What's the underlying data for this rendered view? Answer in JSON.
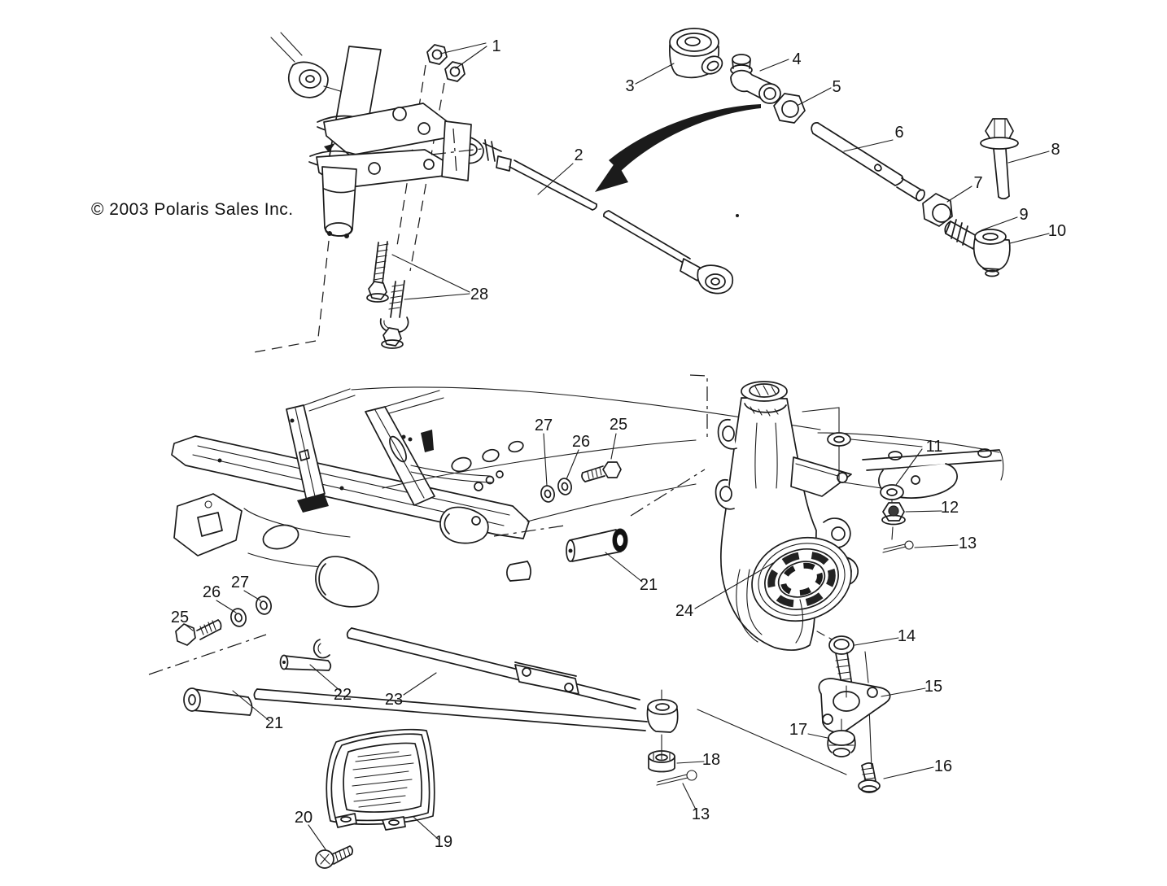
{
  "meta": {
    "copyright": "© 2003 Polaris Sales Inc."
  },
  "diagram": {
    "callouts": [
      {
        "num": "1"
      },
      {
        "num": "2"
      },
      {
        "num": "3"
      },
      {
        "num": "4"
      },
      {
        "num": "5"
      },
      {
        "num": "6"
      },
      {
        "num": "7"
      },
      {
        "num": "8"
      },
      {
        "num": "9"
      },
      {
        "num": "10"
      },
      {
        "num": "11"
      },
      {
        "num": "12"
      },
      {
        "num": "13"
      },
      {
        "num": "14"
      },
      {
        "num": "15"
      },
      {
        "num": "16"
      },
      {
        "num": "17"
      },
      {
        "num": "18"
      },
      {
        "num": "13"
      },
      {
        "num": "19"
      },
      {
        "num": "20"
      },
      {
        "num": "21"
      },
      {
        "num": "22"
      },
      {
        "num": "23"
      },
      {
        "num": "24"
      },
      {
        "num": "21"
      },
      {
        "num": "25"
      },
      {
        "num": "26"
      },
      {
        "num": "27"
      },
      {
        "num": "25"
      },
      {
        "num": "26"
      },
      {
        "num": "27"
      },
      {
        "num": "28"
      }
    ]
  }
}
